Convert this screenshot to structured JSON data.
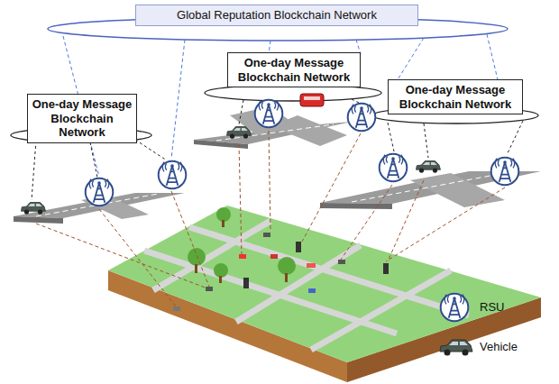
{
  "diagram": {
    "nodes": [
      {
        "text": [
          "Global Reputation Blockchain Network"
        ]
      },
      {
        "text": [
          "One-day Message Blockchain Network"
        ]
      },
      {
        "text": [
          "One-day Message Blockchain Network"
        ]
      },
      {
        "text": [
          "One-day Message Blockchain Network"
        ]
      }
    ],
    "legend": [
      {
        "text": "RSU"
      },
      {
        "text": "Vehicle"
      }
    ]
  }
}
